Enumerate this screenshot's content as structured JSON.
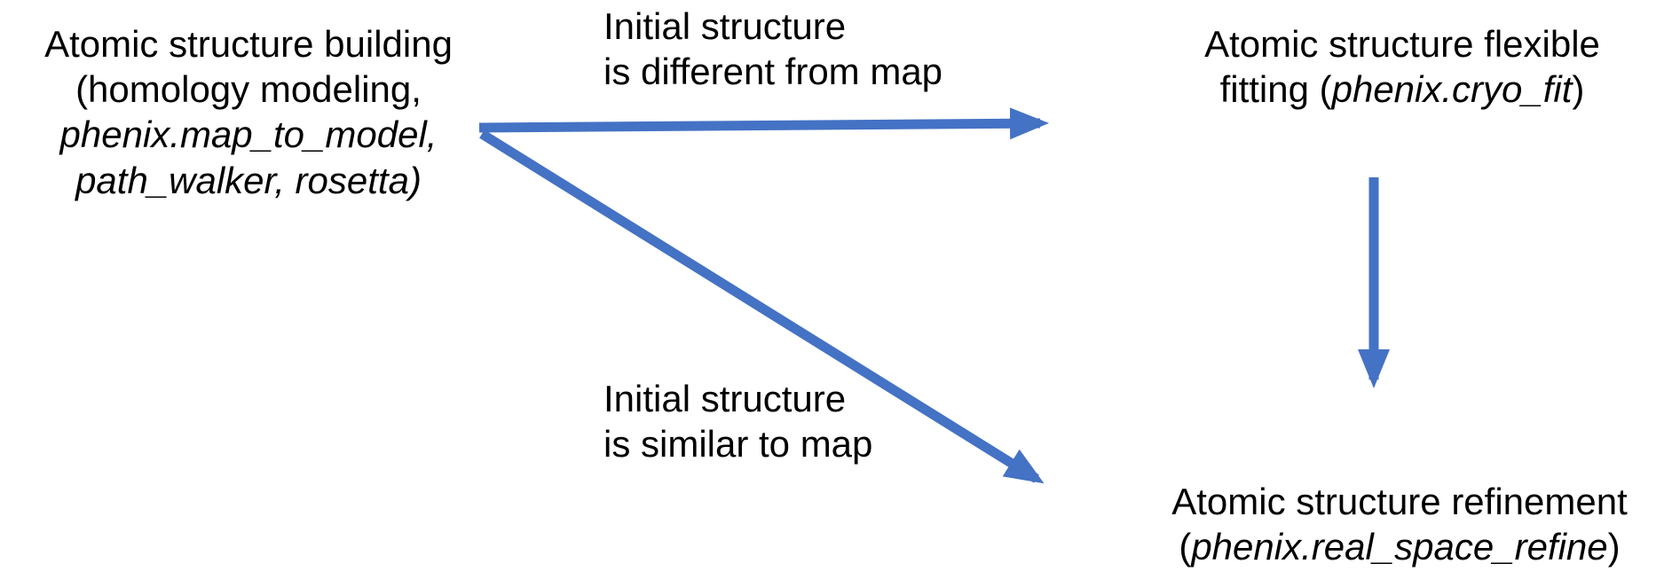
{
  "colors": {
    "arrow": "#4472C4",
    "text": "#000000",
    "background": "#FFFFFF"
  },
  "nodes": {
    "structure_building": {
      "line1": "Atomic structure building",
      "line2": "(homology modeling,",
      "line3_italic": "phenix.map_to_model,",
      "line4_italic": "path_walker, rosetta)"
    },
    "flexible_fitting": {
      "line1": "Atomic structure flexible",
      "line2_regular": "fitting (",
      "line2_italic": "phenix.cryo_fit",
      "line2_close": ")"
    },
    "refinement": {
      "line1": "Atomic structure refinement",
      "line2_open": "(",
      "line2_italic": "phenix.real_space_refine",
      "line2_close": ")"
    }
  },
  "edge_labels": {
    "different_from_map": {
      "line1": "Initial structure",
      "line2": "is different from map"
    },
    "similar_to_map": {
      "line1": "Initial structure",
      "line2": "is similar to map"
    }
  },
  "arrows": [
    {
      "name": "building-to-fitting",
      "from": "structure_building",
      "to": "flexible_fitting"
    },
    {
      "name": "building-to-refinement",
      "from": "structure_building",
      "to": "refinement"
    },
    {
      "name": "fitting-to-refinement",
      "from": "flexible_fitting",
      "to": "refinement"
    }
  ]
}
